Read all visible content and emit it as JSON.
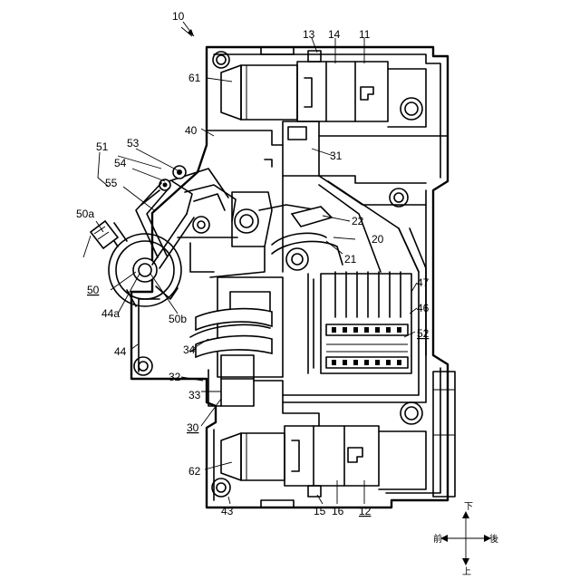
{
  "figure": {
    "main_ref": "10",
    "labels": {
      "l11": "11",
      "l12": "12",
      "l13": "13",
      "l14": "14",
      "l15": "15",
      "l16": "16",
      "l20": "20",
      "l21": "21",
      "l22": "22",
      "l30": "30",
      "l31": "31",
      "l32": "32",
      "l33": "33",
      "l34": "34",
      "l40": "40",
      "l43": "43",
      "l44": "44",
      "l44a": "44a",
      "l46": "46",
      "l47": "47",
      "l50": "50",
      "l50a": "50a",
      "l50b": "50b",
      "l51": "51",
      "l52": "52",
      "l53": "53",
      "l54": "54",
      "l55": "55",
      "l61": "61",
      "l62": "62"
    },
    "directions": {
      "down": "下",
      "back": "後",
      "front": "前",
      "up": "上"
    }
  }
}
